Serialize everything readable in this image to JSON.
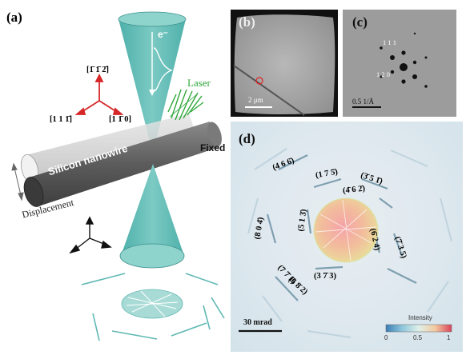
{
  "panel_a": {
    "label": "(a)",
    "electron": "e⁻",
    "laser": "Laser",
    "nanowire": "Silicon nanowire",
    "fixed": "Fixed",
    "displacement": "Displacement",
    "axis_top": "[1̄ 1̄ 2̄]",
    "axis_left": "[1 1 1̄]",
    "axis_right": "[1 1̄ 0]",
    "colors": {
      "beam": "#5fb8b3",
      "laser": "#3cb043",
      "axes": "#d62728",
      "wire": "#6f6f6f"
    }
  },
  "panel_b": {
    "label": "(b)",
    "scale": "2 μm"
  },
  "panel_c": {
    "label": "(c)",
    "spot_top": "1 1 1",
    "spot_bottom": "1 2 0",
    "scale": "0.5 1/Å"
  },
  "panel_d": {
    "label": "(d)",
    "reflections": {
      "r466": "(4 6 6̄)",
      "r175": "(1 7 5̄)",
      "r351": "(3̄ 5 1̄)",
      "r462": "(4̄ 6 2̄)",
      "r804": "(8 0 4̄)",
      "r513": "(5 1 3̄)",
      "r624": "(6̄ 2 4)",
      "r735": "(7̄ 3 5)",
      "r771": "(7 7̄ 1̄)",
      "r682": "(6 8̄ 2)",
      "r373": "(3 7̄ 3)"
    },
    "scale": "30 mrad",
    "colorbar": {
      "title": "Intensity",
      "ticks": [
        "0",
        "0.5",
        "1"
      ]
    }
  }
}
